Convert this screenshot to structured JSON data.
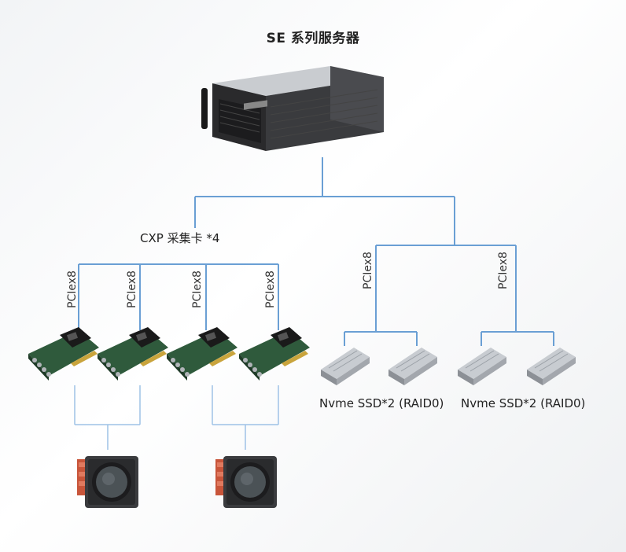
{
  "title": "SE 系列服务器",
  "capture_group_label": "CXP 采集卡 *4",
  "pcie_labels": [
    "PCIex8",
    "PCIex8",
    "PCIex8",
    "PCIex8",
    "PCIex8",
    "PCIex8"
  ],
  "ssd_labels": [
    "Nvme SSD*2 (RAID0)",
    "Nvme SSD*2 (RAID0)"
  ],
  "colors": {
    "tree_line": "#6a9fd4",
    "camera_link": "#9ec2e6",
    "server_body": "#2a2a2c",
    "card_pcb": "#2f5a3c",
    "ssd_body": "#b8bcc2",
    "camera_orange": "#c8553a"
  },
  "icons": [
    "server-icon",
    "cxp-card-icon",
    "nvme-ssd-icon",
    "camera-icon"
  ]
}
